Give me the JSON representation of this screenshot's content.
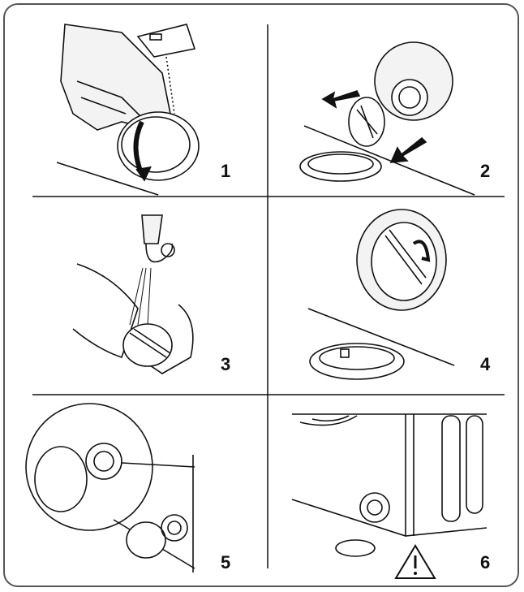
{
  "steps": [
    {
      "number": "1",
      "icon": "filter-cover-removal-illustration"
    },
    {
      "number": "2",
      "icon": "filter-unscrew-illustration"
    },
    {
      "number": "3",
      "icon": "filter-rinse-illustration"
    },
    {
      "number": "4",
      "icon": "filter-reinsert-illustration"
    },
    {
      "number": "5",
      "icon": "cover-reattach-illustration"
    },
    {
      "number": "6",
      "icon": "drain-warning-illustration"
    }
  ],
  "warning_icon": "warning-triangle-icon",
  "colors": {
    "line": "#111111",
    "border": "#555555",
    "background": "#ffffff"
  }
}
